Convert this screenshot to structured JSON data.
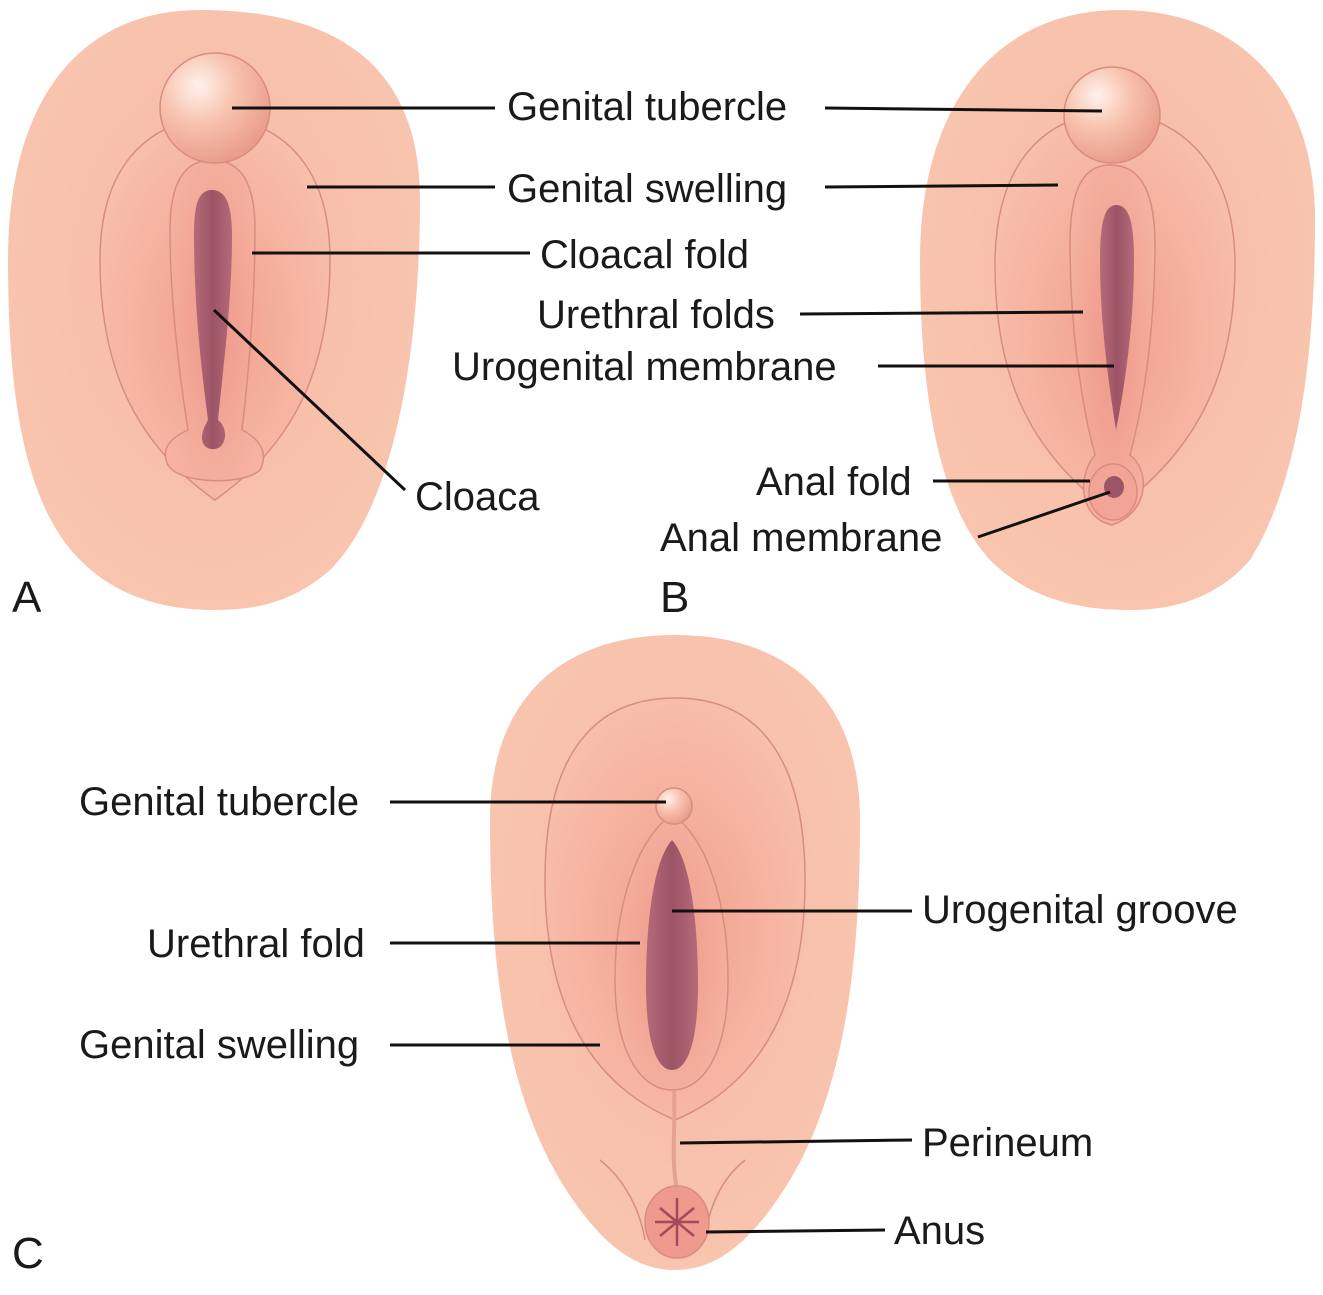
{
  "colors": {
    "skin": "#f8c3ac",
    "swelling": "#f5b5a0",
    "fold": "#f2a596",
    "slit": "#a55a6a",
    "outline": "#d98c80",
    "text": "#1a1a1a",
    "leader": "#111111"
  },
  "panels": {
    "a": {
      "letter": "A",
      "labels": {
        "genital_tubercle": "Genital tubercle",
        "genital_swelling": "Genital swelling",
        "cloacal_fold": "Cloacal fold",
        "cloaca": "Cloaca"
      }
    },
    "b": {
      "letter": "B",
      "labels": {
        "urethral_folds": "Urethral folds",
        "urogenital_membrane": "Urogenital membrane",
        "anal_fold": "Anal fold",
        "anal_membrane": "Anal membrane"
      }
    },
    "c": {
      "letter": "C",
      "labels": {
        "genital_tubercle": "Genital tubercle",
        "urethral_fold": "Urethral fold",
        "genital_swelling": "Genital swelling",
        "urogenital_groove": "Urogenital groove",
        "perineum": "Perineum",
        "anus": "Anus"
      }
    }
  }
}
